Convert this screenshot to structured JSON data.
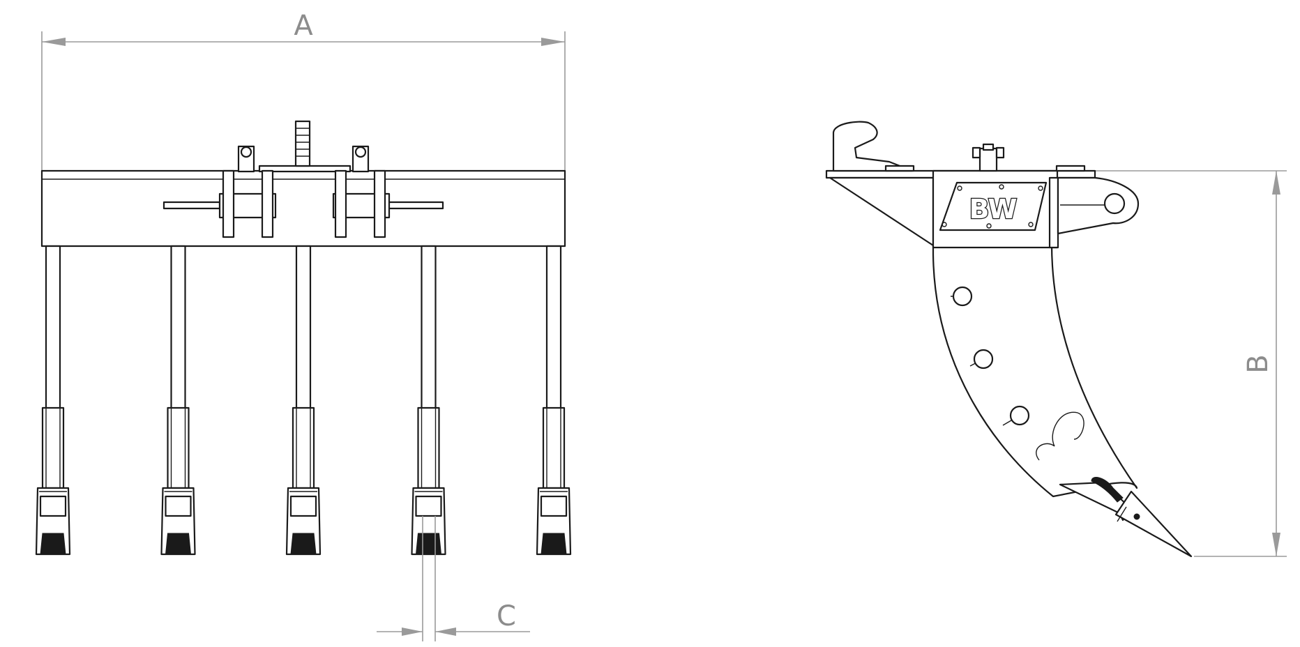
{
  "dimensions": {
    "a_label": "A",
    "b_label": "B",
    "c_label": "C"
  },
  "logo": {
    "text": "BW"
  },
  "views": {
    "front_tine_count": 5
  }
}
